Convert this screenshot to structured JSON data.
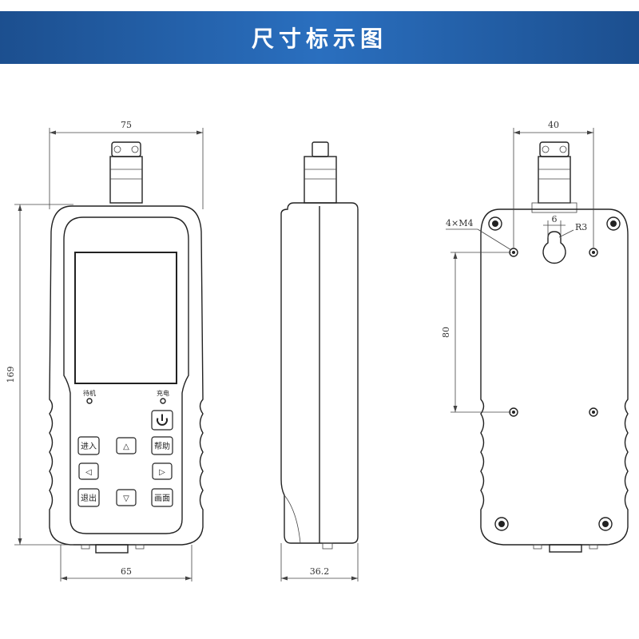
{
  "header": {
    "title": "尺寸标示图"
  },
  "dimensions": {
    "front_width_top": "75",
    "front_height": "169",
    "front_width_bottom": "65",
    "side_depth": "36.2",
    "back_width_top": "40",
    "back_screw_spec": "4×M4",
    "back_slot_width": "6",
    "back_radius": "R3",
    "back_hole_spacing": "80"
  },
  "front_panel": {
    "indicator_left": "待机",
    "indicator_right": "充电",
    "buttons": {
      "enter": "进入",
      "help": "帮助",
      "exit": "退出",
      "screen": "画面",
      "up": "△",
      "down": "▽",
      "left": "◁",
      "right": "▷"
    }
  },
  "icons": {
    "power": "power-icon"
  }
}
